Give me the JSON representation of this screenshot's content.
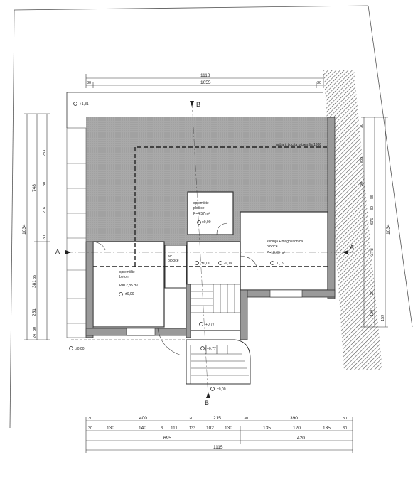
{
  "sections": {
    "a_left": "A",
    "a_right": "A",
    "b_top": "B",
    "b_bottom": "B"
  },
  "rooms": {
    "storage_top": {
      "name": "spremište",
      "floor": "pločice",
      "area": "P=4,57 m²",
      "level": "±0,00"
    },
    "kitchen": {
      "name": "kuhinja + blagovaonica",
      "floor": "pločice",
      "area": "P=18,00 m²",
      "level": "0,19"
    },
    "storage_left": {
      "name": "spremište",
      "floor": "beton",
      "area": "P=12,85 m²",
      "level": "±0,00"
    },
    "wc": {
      "name": "wc",
      "floor": "pločice"
    }
  },
  "levels": {
    "top_left": "+1,81",
    "hall_a": "±0,00",
    "hall_b": "-0,19",
    "stair_top": "+0,77",
    "stair_mid": "+0,77",
    "ground_left": "±0,00",
    "ground_bottom": "±0,00"
  },
  "notes": {
    "line_note": "gabarit tlocrta prizemlja 1938"
  },
  "dims_top": {
    "overall": "1118",
    "sub_left": "30",
    "sub_mid": "1055",
    "sub_right": "30"
  },
  "dims_bottom_row1": [
    "30",
    "400",
    "20",
    "215",
    "30",
    "390",
    "30"
  ],
  "dims_bottom_row2": [
    "30",
    "130",
    "140",
    "8",
    "111",
    "133",
    "102",
    "130",
    "135",
    "120",
    "135",
    "30"
  ],
  "dims_bottom_row3": {
    "left": "695",
    "right": "420"
  },
  "dims_bottom_row4": {
    "overall": "1115"
  },
  "dims_left_outer": {
    "overall": "1034"
  },
  "dims_left_mid": {
    "top": "748",
    "bottom_mid": "381",
    "bottom": "251"
  },
  "dims_left_inner": [
    "283",
    "30",
    "216",
    "30",
    "35",
    "30",
    "24"
  ],
  "dims_right_outer": {
    "overall": "1034"
  },
  "dims_right_mid": [
    "30",
    "283",
    "30",
    "375",
    "30",
    "129",
    "159"
  ],
  "dims_right_inner": [
    "85",
    "30",
    "675"
  ]
}
